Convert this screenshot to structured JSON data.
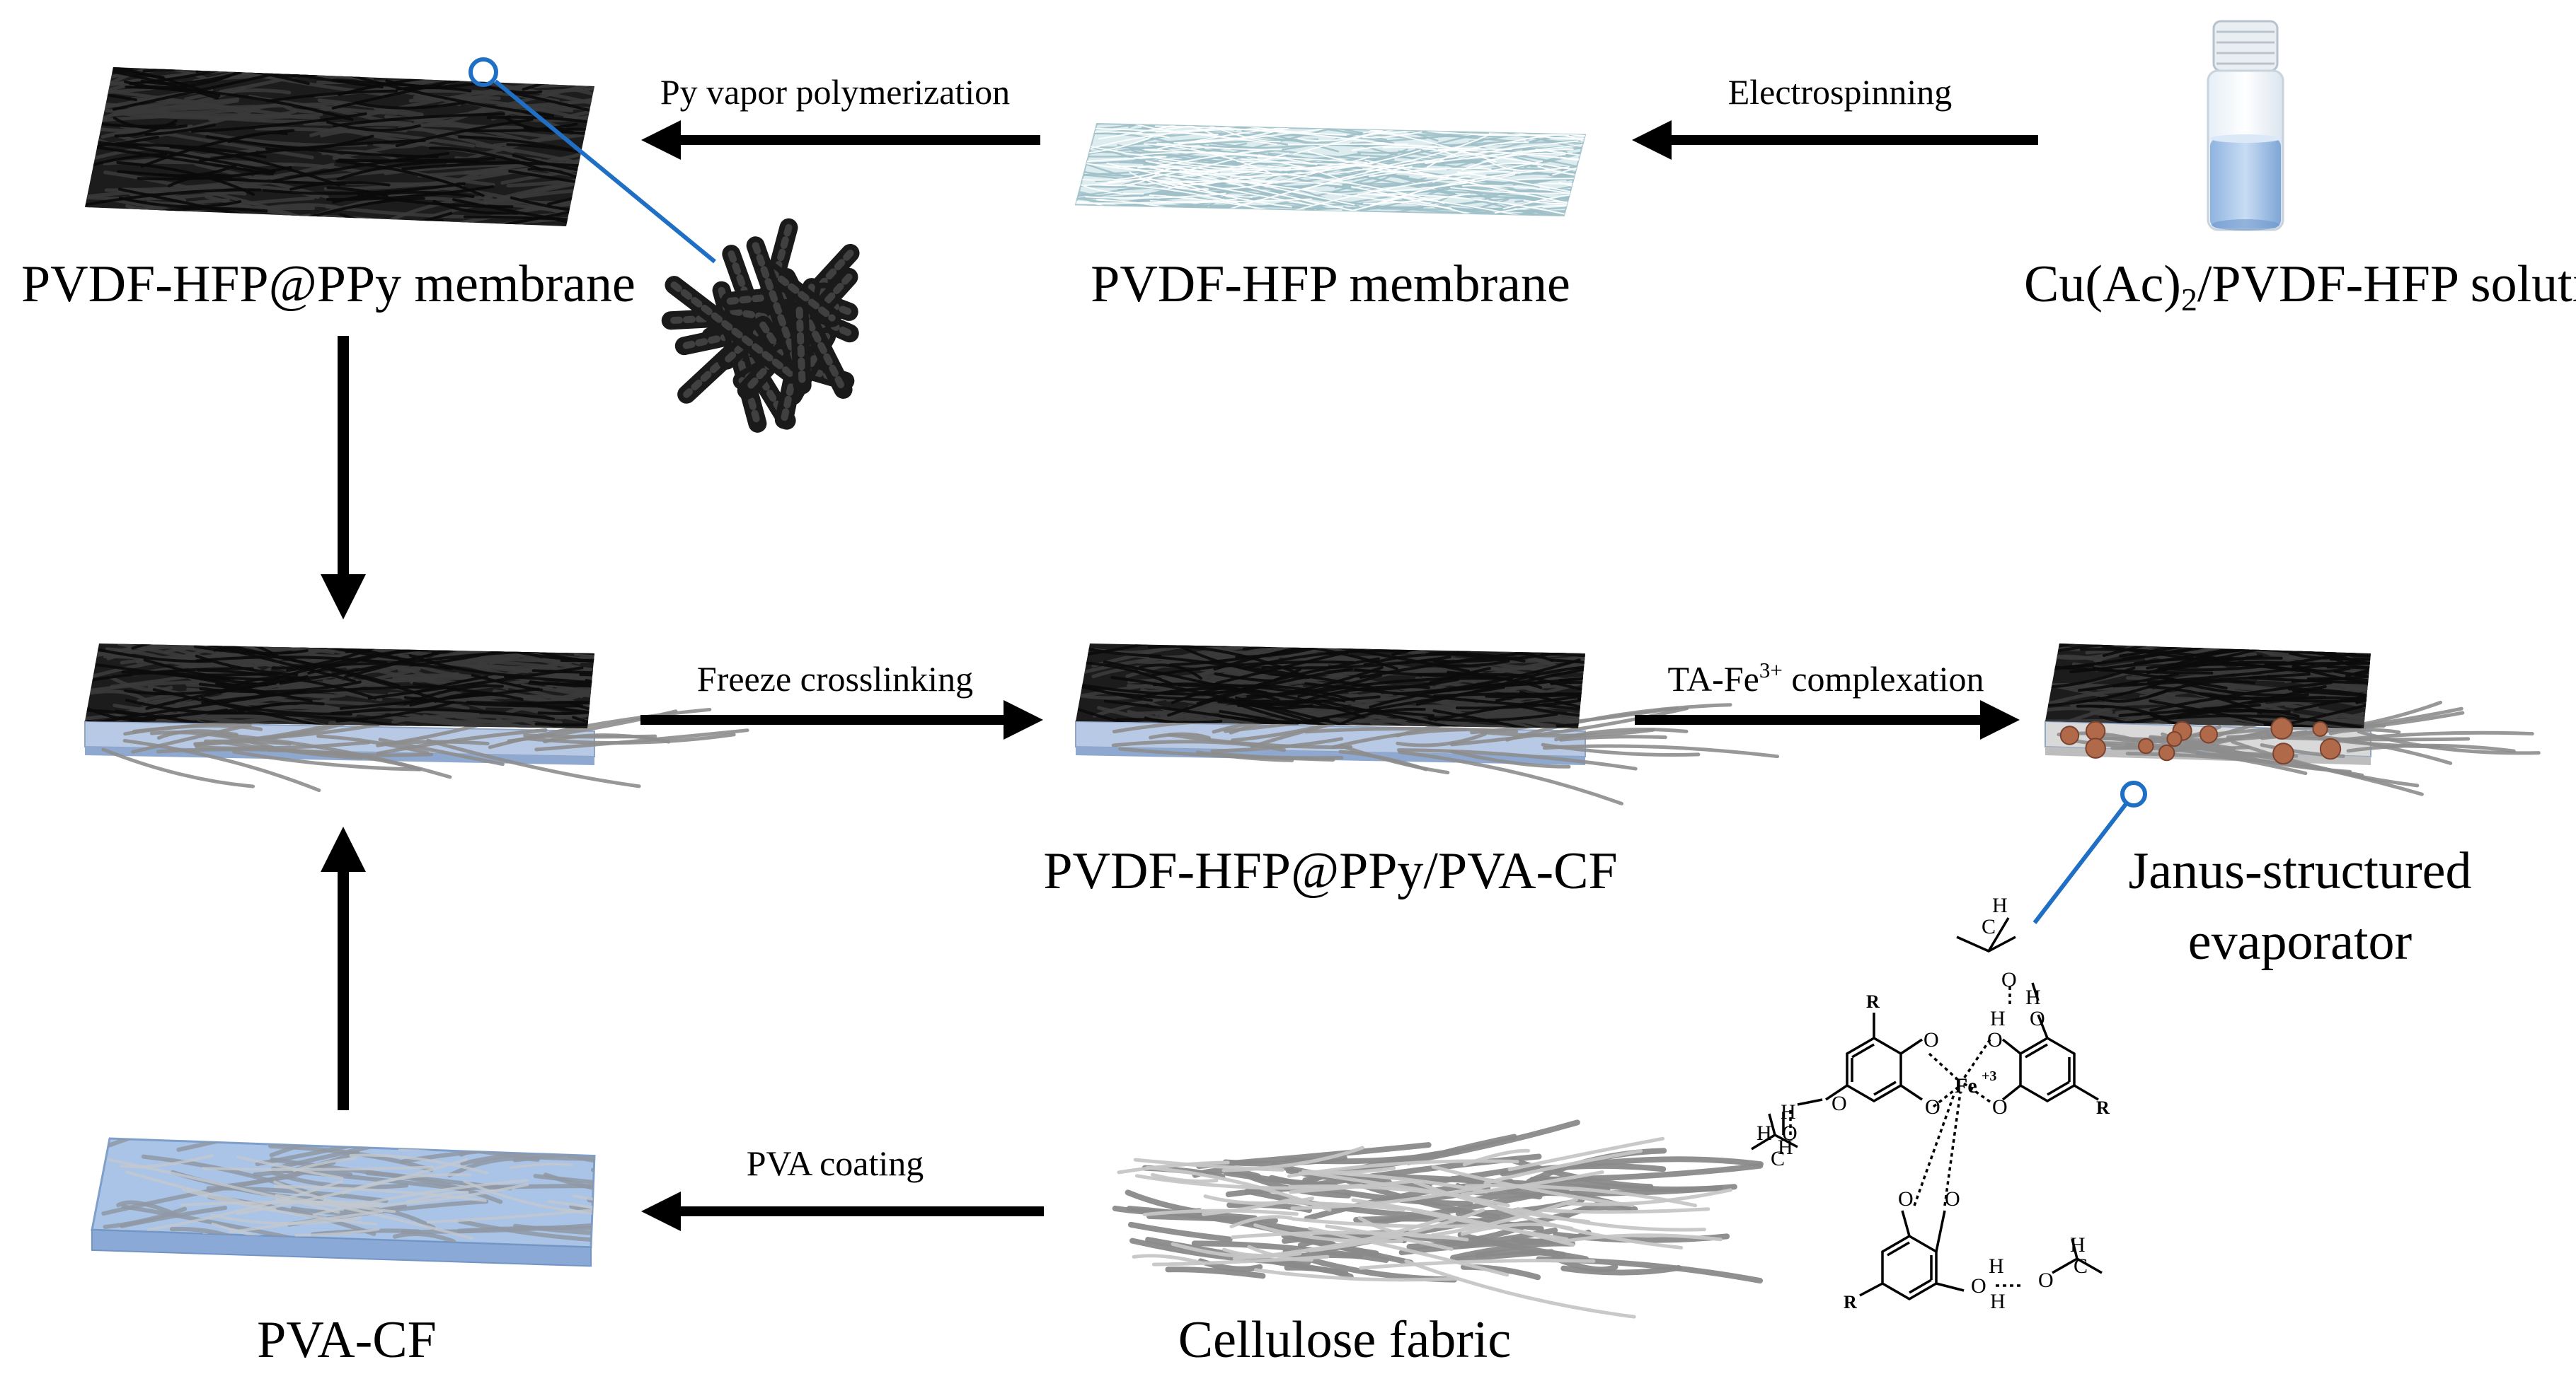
{
  "steps": {
    "py_vapor": "Py vapor polymerization",
    "electrospinning": "Electrospinning",
    "freeze": "Freeze crosslinking",
    "ta_fe_base": "TA-Fe",
    "ta_fe_sup": "3+",
    "ta_fe_rest": " complexation",
    "pva_coating": "PVA coating"
  },
  "labels": {
    "ppy_membrane": "PVDF-HFP@PPy membrane",
    "pvdf_membrane": "PVDF-HFP membrane",
    "solution_a": "Cu(Ac)",
    "solution_sub": "2",
    "solution_b": "/PVDF-HFP solution",
    "composite": "PVDF-HFP@PPy/PVA-CF",
    "janus_line1": "Janus-structured",
    "janus_line2": "evaporator",
    "pva_cf": "PVA-CF",
    "cellulose": "Cellulose fabric"
  },
  "chem": {
    "R": "R",
    "O": "O",
    "H": "H",
    "C": "C",
    "fe": "Fe",
    "fe_sup": "+3"
  },
  "colors": {
    "ppy_black": "#1c1c1c",
    "pvdf_fiber": "#b9d5dc",
    "pva_blue": "#a9c4e6",
    "fiber_gray": "#9a9a9a",
    "callout_line": "#1f6fc4",
    "fe_particle": "#b06a4a"
  }
}
